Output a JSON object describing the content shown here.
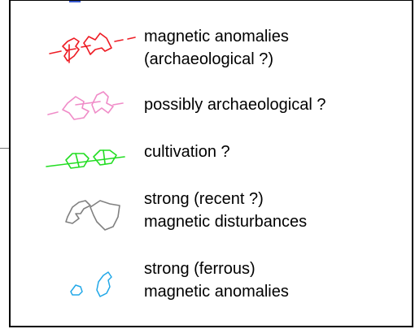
{
  "legend": {
    "items": [
      {
        "lines": [
          "magnetic anomalies",
          "(archaeological ?)"
        ],
        "color": "#ee1c24",
        "icon": "red-dashed-anomaly-icon"
      },
      {
        "lines": [
          "possibly archaeological ?"
        ],
        "color": "#f08cc8",
        "icon": "pink-dashed-anomaly-icon"
      },
      {
        "lines": [
          "cultivation ?"
        ],
        "color": "#22dd22",
        "icon": "green-cultivation-icon"
      },
      {
        "lines": [
          "strong (recent ?)",
          "magnetic disturbances"
        ],
        "color": "#808080",
        "icon": "grey-disturbance-icon"
      },
      {
        "lines": [
          "strong (ferrous)",
          "magnetic anomalies"
        ],
        "color": "#22a8e8",
        "icon": "blue-ferrous-anomaly-icon"
      }
    ]
  }
}
